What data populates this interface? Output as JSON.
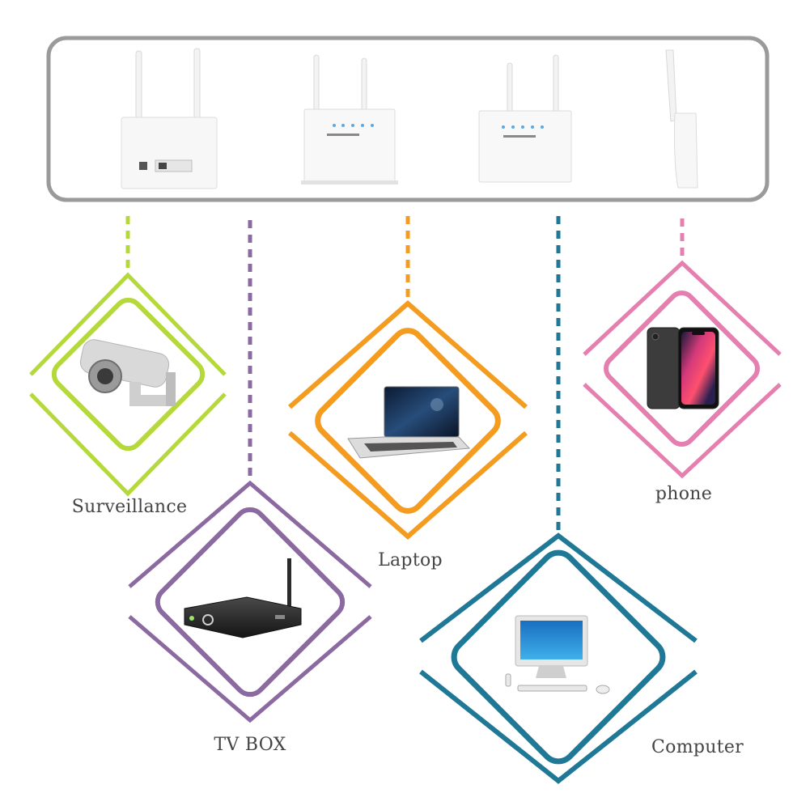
{
  "colors": {
    "surveillance": "#b5d93b",
    "tvbox": "#8a6aa0",
    "laptop": "#f39c1f",
    "computer": "#1f7896",
    "phone": "#e57fb0",
    "panel_border": "#9a9a9a"
  },
  "router_panel": {
    "routers": [
      {
        "icon": "router-back-icon"
      },
      {
        "icon": "router-front-icon"
      },
      {
        "icon": "router-angle-icon"
      },
      {
        "icon": "router-side-icon"
      }
    ]
  },
  "devices": [
    {
      "id": "surveillance",
      "label": "Surveillance",
      "icon": "security-camera-icon"
    },
    {
      "id": "tvbox",
      "label": "TV BOX",
      "icon": "tv-box-icon"
    },
    {
      "id": "laptop",
      "label": "Laptop",
      "icon": "laptop-icon"
    },
    {
      "id": "computer",
      "label": "Computer",
      "icon": "desktop-computer-icon"
    },
    {
      "id": "phone",
      "label": "phone",
      "icon": "smartphone-icon"
    }
  ]
}
